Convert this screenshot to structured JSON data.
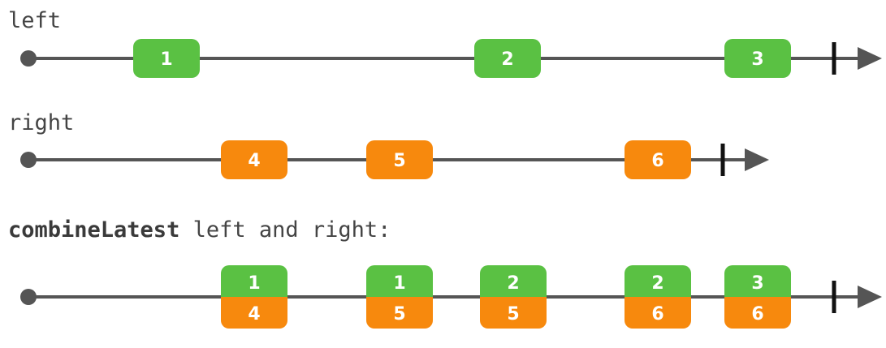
{
  "labels": {
    "left": "left",
    "right": "right",
    "combine_keyword": "combineLatest",
    "combine_rest": " left and right:"
  },
  "colors": {
    "line": "#555555",
    "green": "#5ac143",
    "orange": "#f7890d",
    "text": "#ffffff",
    "end_mark": "#111111"
  },
  "streams": {
    "left": {
      "marbles": [
        "1",
        "2",
        "3"
      ]
    },
    "right": {
      "marbles": [
        "4",
        "5",
        "6"
      ]
    },
    "combined": {
      "marbles": [
        {
          "top": "1",
          "bottom": "4"
        },
        {
          "top": "1",
          "bottom": "5"
        },
        {
          "top": "2",
          "bottom": "5"
        },
        {
          "top": "2",
          "bottom": "6"
        },
        {
          "top": "3",
          "bottom": "6"
        }
      ]
    }
  }
}
